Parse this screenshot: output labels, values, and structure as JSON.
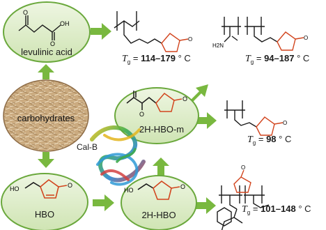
{
  "nodes": {
    "levulinic_acid": {
      "label": "levulinic acid"
    },
    "carbohydrates": {
      "label": "carbohydrates"
    },
    "hbo": {
      "label": "HBO"
    },
    "h2_hbo": {
      "label": "2H-HBO"
    },
    "h2_hbo_m": {
      "label": "2H-HBO-m"
    },
    "enzyme": {
      "label": "Cal-B"
    }
  },
  "structure_atoms": {
    "ho": "HO",
    "oh": "OH",
    "o": "O",
    "h2n": "H2N"
  },
  "polymers": [
    {
      "tg_symbol": "T",
      "tg_subscript": "g",
      "tg_range": "114–179",
      "tg_unit": "° C"
    },
    {
      "tg_symbol": "T",
      "tg_subscript": "g",
      "tg_range": "94–187",
      "tg_unit": "° C"
    },
    {
      "tg_symbol": "T",
      "tg_subscript": "g",
      "tg_range": "98",
      "tg_unit": "° C"
    },
    {
      "tg_symbol": "T",
      "tg_subscript": "g",
      "tg_range": "101–148",
      "tg_unit": "° C"
    }
  ],
  "colors": {
    "node_fill": "#dcebc4",
    "node_border": "#6aa83c",
    "arrow": "#79b83f",
    "carbohydrate_fill": "#c9a97c",
    "lactone_ring": "#d2451e"
  }
}
